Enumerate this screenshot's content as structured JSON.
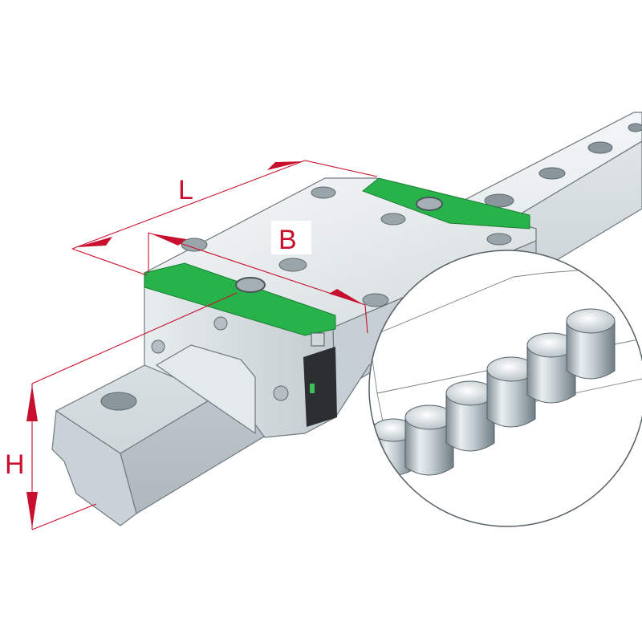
{
  "dimensions": {
    "length_label": "L",
    "width_label": "B",
    "height_label": "H"
  },
  "colors": {
    "dimension": "#c8102e",
    "seal": "#27b34a",
    "steel": "#d9dfe2"
  }
}
